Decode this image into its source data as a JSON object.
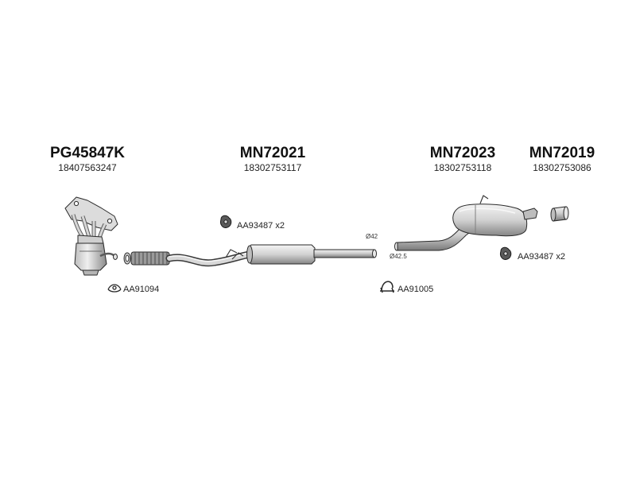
{
  "parts": [
    {
      "code": "PG45847K",
      "ref": "18407563247"
    },
    {
      "code": "MN72021",
      "ref": "18302753117"
    },
    {
      "code": "MN72023",
      "ref": "18302753118"
    },
    {
      "code": "MN72019",
      "ref": "18302753086"
    }
  ],
  "accessories": [
    {
      "label": "AA93487 x2"
    },
    {
      "label": "AA91094"
    },
    {
      "label": "AA91005"
    },
    {
      "label": "AA93487 x2"
    }
  ],
  "dimensions": {
    "pipe_diameter_a": "Ø42",
    "pipe_diameter_b": "Ø42.5"
  },
  "colors": {
    "stroke": "#2a2a2a",
    "fill_light": "#e8e8e8",
    "fill_mid": "#c4c4c4",
    "fill_dark": "#8c8c8c"
  }
}
